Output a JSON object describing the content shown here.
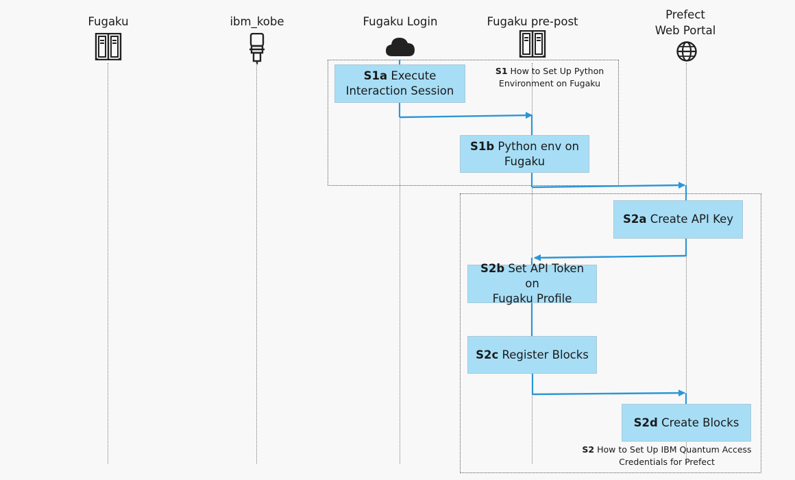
{
  "actors": [
    {
      "id": "fugaku",
      "label": "Fugaku",
      "icon": "server-icon"
    },
    {
      "id": "ibm_kobe",
      "label": "ibm_kobe",
      "icon": "usb-plug-icon"
    },
    {
      "id": "fugaku_login",
      "label": "Fugaku Login",
      "icon": "cloud-icon"
    },
    {
      "id": "fugaku_prepost",
      "label": "Fugaku pre-post",
      "icon": "server-icon"
    },
    {
      "id": "prefect",
      "label_line1": "Prefect",
      "label_line2": "Web Portal",
      "icon": "globe-icon"
    }
  ],
  "groups": [
    {
      "id": "S1",
      "code": "S1",
      "title_line1": "How to Set Up Python",
      "title_line2": "Environment on Fugaku"
    },
    {
      "id": "S2",
      "code": "S2",
      "title_line1": "How to Set Up IBM Quantum Access",
      "title_line2": "Credentials for Prefect"
    }
  ],
  "steps": [
    {
      "code": "S1a",
      "line1": "Execute",
      "line2": "Interaction Session"
    },
    {
      "code": "S1b",
      "line1": "Python env on",
      "line2": "Fugaku"
    },
    {
      "code": "S2a",
      "line1": "Create API Key",
      "line2": ""
    },
    {
      "code": "S2b",
      "line1": "Set API Token on",
      "line2": "Fugaku Profile"
    },
    {
      "code": "S2c",
      "line1": "Register Blocks",
      "line2": ""
    },
    {
      "code": "S2d",
      "line1": "Create Blocks",
      "line2": ""
    }
  ],
  "colors": {
    "arrow": "#2b96d6",
    "step_fill": "#a7def6",
    "icon": "#222222"
  }
}
